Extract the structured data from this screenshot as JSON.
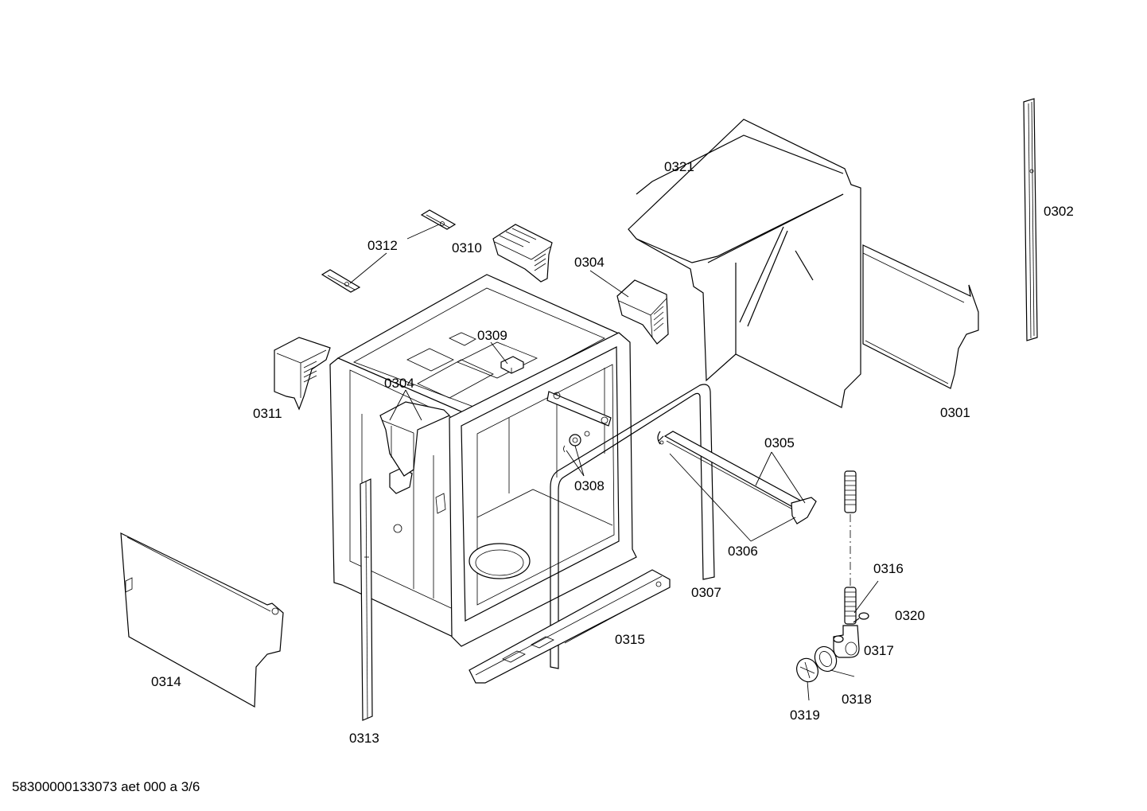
{
  "callouts": {
    "c0301": "0301",
    "c0302": "0302",
    "c0304a": "0304",
    "c0304b": "0304",
    "c0305": "0305",
    "c0306": "0306",
    "c0307": "0307",
    "c0308": "0308",
    "c0309": "0309",
    "c0310": "0310",
    "c0311": "0311",
    "c0312": "0312",
    "c0313": "0313",
    "c0314": "0314",
    "c0315": "0315",
    "c0316": "0316",
    "c0317": "0317",
    "c0318": "0318",
    "c0319": "0319",
    "c0320": "0320",
    "c0321": "0321"
  },
  "footer": {
    "document_code": "58300000133073 aet 000 a 3/6"
  }
}
